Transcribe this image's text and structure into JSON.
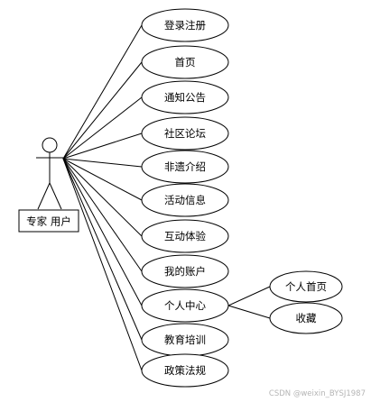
{
  "actor": {
    "label": "专家 用户"
  },
  "use_cases": [
    {
      "id": "login",
      "label": "登录注册"
    },
    {
      "id": "home",
      "label": "首页"
    },
    {
      "id": "notice",
      "label": "通知公告"
    },
    {
      "id": "forum",
      "label": "社区论坛"
    },
    {
      "id": "heritage",
      "label": "非遗介绍"
    },
    {
      "id": "activity",
      "label": "活动信息"
    },
    {
      "id": "interact",
      "label": "互动体验"
    },
    {
      "id": "account",
      "label": "我的账户"
    },
    {
      "id": "center",
      "label": "个人中心"
    },
    {
      "id": "education",
      "label": "教育培训"
    },
    {
      "id": "policy",
      "label": "政策法规"
    }
  ],
  "sub_use_cases": [
    {
      "id": "profile",
      "label": "个人首页",
      "parent": "center"
    },
    {
      "id": "favorites",
      "label": "收藏",
      "parent": "center"
    }
  ],
  "watermark": "CSDN @weixin_BYSJ1987"
}
